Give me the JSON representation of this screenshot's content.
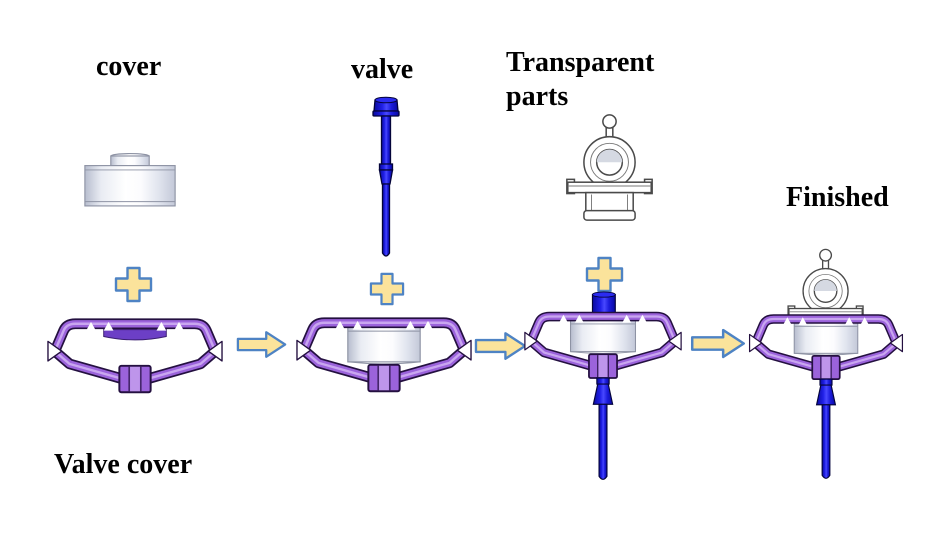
{
  "page": {
    "background": "#FFFFFF"
  },
  "labels": {
    "cover": "cover",
    "valve": "valve",
    "transparent_parts": "Transparent parts",
    "finished": "Finished",
    "valve_cover": "Valve cover"
  },
  "process": {
    "base_part": "Valve cover",
    "added_parts_in_order": [
      "cover",
      "valve",
      "Transparent parts"
    ],
    "result": "Finished",
    "step_count": 4,
    "operators": {
      "combine": "plus-icon",
      "next": "arrow-right-icon"
    }
  },
  "colors": {
    "op_fill": "#FBE39B",
    "op_stroke": "#4E83C4",
    "ring_main": "#9B63DB",
    "ring_light": "#C9A6F0",
    "ring_dark": "#241040",
    "disc_main": "#6C3FC6",
    "disc_light": "#9A6BE0",
    "disc_dark": "#3A1E70",
    "valve_mid": "#2B2BF0",
    "valve_dark": "#04043A",
    "metal_edge": "#8E93A4",
    "part_stroke": "#4A4A4A",
    "part_shade": "#D5D9E2",
    "text": "#000000"
  }
}
